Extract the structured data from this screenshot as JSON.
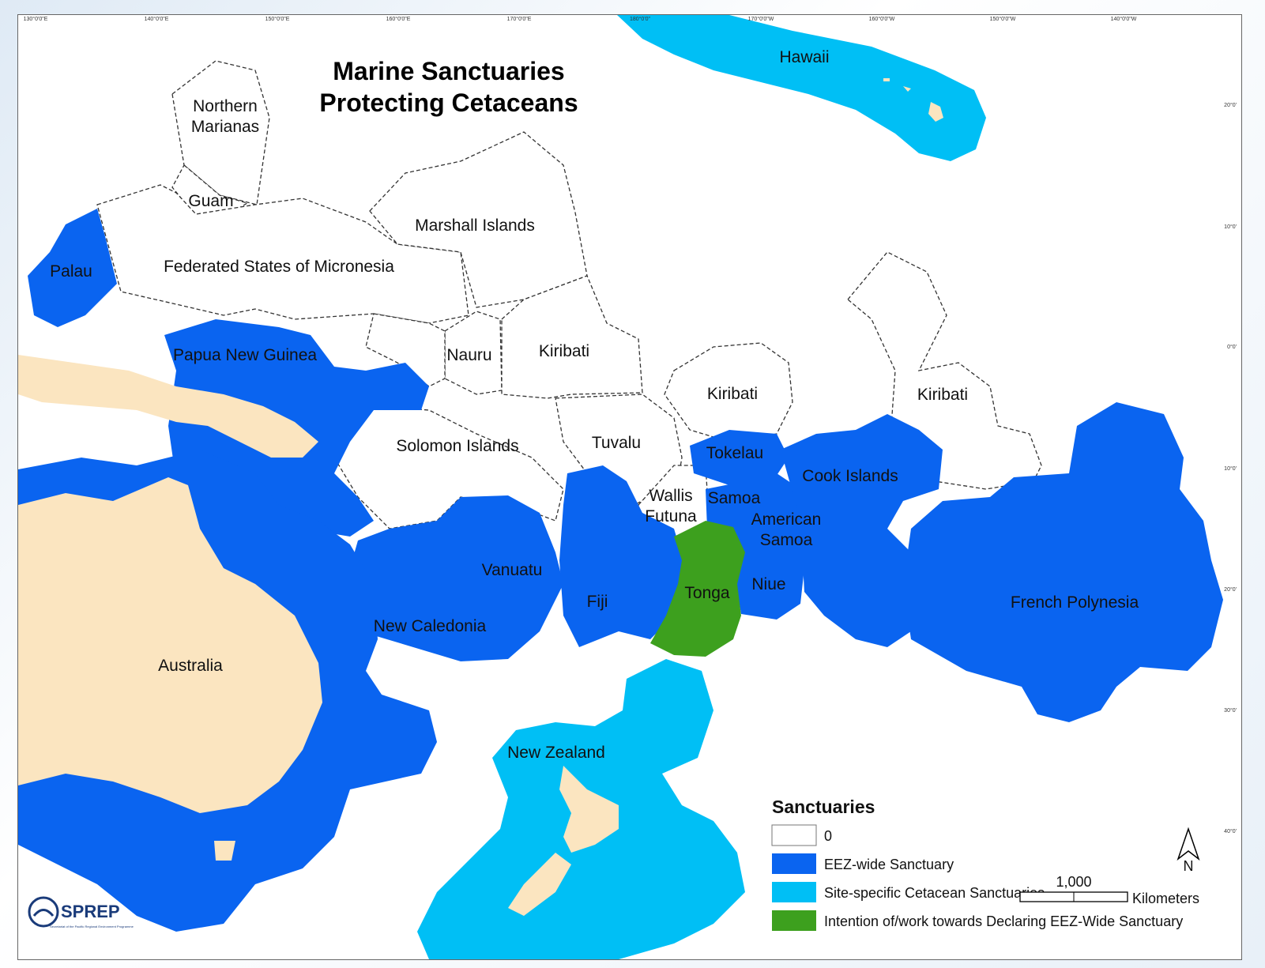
{
  "title_line1": "Marine Sanctuaries",
  "title_line2": "Protecting Cetaceans",
  "colors": {
    "eez_wide": "#0a64f0",
    "site_specific": "#00bff5",
    "intention": "#3da01e",
    "land": "#fbe5c0",
    "none": "#ffffff"
  },
  "labels": {
    "hawaii": "Hawaii",
    "northern1": "Northern",
    "northern2": "Marianas",
    "guam": "Guam",
    "marshall": "Marshall Islands",
    "palau": "Palau",
    "fsm": "Federated States of Micronesia",
    "png": "Papua New Guinea",
    "nauru": "Nauru",
    "kiribati_w": "Kiribati",
    "kiribati_c": "Kiribati",
    "kiribati_e": "Kiribati",
    "solomon": "Solomon Islands",
    "tuvalu": "Tuvalu",
    "tokelau": "Tokelau",
    "cook": "Cook Islands",
    "wallis1": "Wallis",
    "wallis2": "Futuna",
    "samoa": "Samoa",
    "amsamoa1": "American",
    "amsamoa2": "Samoa",
    "vanuatu": "Vanuatu",
    "fiji": "Fiji",
    "tonga": "Tonga",
    "niue": "Niue",
    "frpoly": "French Polynesia",
    "newcal": "New Caledonia",
    "australia": "Australia",
    "nz": "New Zealand"
  },
  "legend": {
    "title": "Sanctuaries",
    "items": [
      "0",
      "EEZ-wide Sanctuary",
      "Site-specific Cetacean Sanctuaries",
      "Intention of/work towards Declaring EEZ-Wide Sanctuary"
    ]
  },
  "scale": {
    "value": "1,000",
    "unit": "Kilometers"
  },
  "north": "N",
  "logo": {
    "name": "SPREP",
    "tagline": "Secretariat of the Pacific Regional Environment Programme"
  },
  "ticks_top": [
    "130°0'0\"E",
    "140°0'0\"E",
    "150°0'0\"E",
    "160°0'0\"E",
    "170°0'0\"E",
    "180°0'0\"",
    "170°0'0\"W",
    "160°0'0\"W",
    "150°0'0\"W",
    "140°0'0\"W"
  ],
  "ticks_right": [
    "20°0'",
    "10°0'",
    "0°0'",
    "10°0'",
    "20°0'",
    "30°0'",
    "40°0'"
  ]
}
